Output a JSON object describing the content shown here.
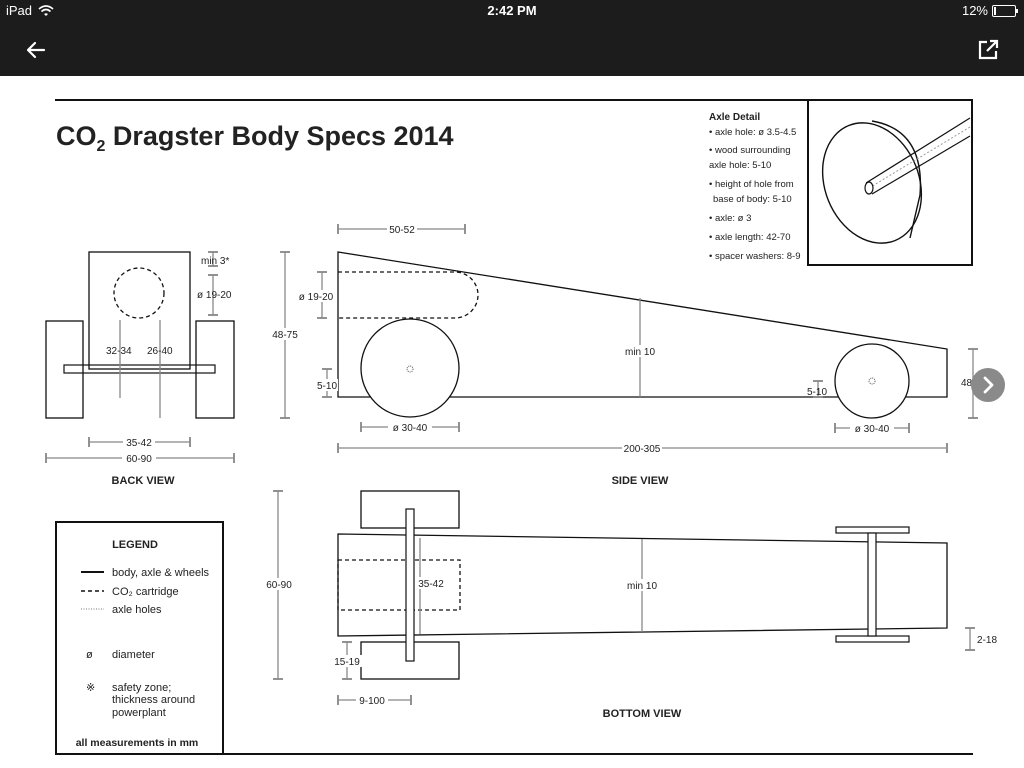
{
  "status_bar": {
    "device": "iPad",
    "time": "2:42 PM",
    "battery": "12%",
    "battery_level": 0.12
  },
  "icons": {
    "wifi": "wifi-icon",
    "battery": "battery-icon",
    "back": "back-arrow-icon",
    "share": "open-external-icon",
    "next": "chevron-right-icon"
  },
  "document": {
    "title": {
      "prefix": "CO",
      "subscript": "2",
      "rest": " Dragster Body Specs 2014"
    },
    "axle_detail": {
      "heading": "Axle Detail",
      "items": [
        [
          "• axle hole: ø 3.5-4.5"
        ],
        [
          "• wood surrounding",
          "axle hole: 5-10"
        ],
        [
          "• height of hole from",
          "base of body: 5-10"
        ],
        [
          "• axle: ø 3"
        ],
        [
          "• axle length: 42-70"
        ],
        [
          "• spacer washers: 8-9"
        ]
      ]
    },
    "back_view": {
      "label": "BACK VIEW",
      "dims": {
        "min_top": "min 3*",
        "cartridge_dia": "ø 19-20",
        "inner_a": "32-34",
        "inner_b": "26-40",
        "width_inner": "35-42",
        "width_outer": "60-90"
      }
    },
    "side_view": {
      "label": "SIDE VIEW",
      "dims": {
        "top_len": "50-52",
        "cartridge_dia": "ø 19-20",
        "height": "48-75",
        "axle_height_rear": "5-10",
        "body_min": "min 10",
        "axle_height_front": "5-10",
        "front_height": "48-75",
        "rear_wheel": "ø 30-40",
        "front_wheel": "ø 30-40",
        "length": "200-305"
      }
    },
    "bottom_view": {
      "label": "BOTTOM VIEW",
      "dims": {
        "width": "60-90",
        "cartridge": "35-42",
        "body_min": "min 10",
        "wheel_width": "15-19",
        "axle_pos": "9-100",
        "front_width": "2-18"
      }
    },
    "legend": {
      "heading": "LEGEND",
      "items": [
        {
          "style": "solid",
          "lines": [
            "body, axle & wheels"
          ]
        },
        {
          "style": "dashed",
          "lines": [
            "CO₂ cartridge"
          ]
        },
        {
          "style": "dotted",
          "lines": [
            "axle holes"
          ]
        },
        {
          "style": "diameter",
          "lines": [
            "diameter"
          ]
        },
        {
          "style": "safety",
          "lines": [
            "safety zone;",
            "thickness around",
            "powerplant"
          ]
        }
      ],
      "symbols": {
        "diameter": "ø",
        "safety": "※"
      },
      "footer": "all measurements in mm"
    }
  }
}
